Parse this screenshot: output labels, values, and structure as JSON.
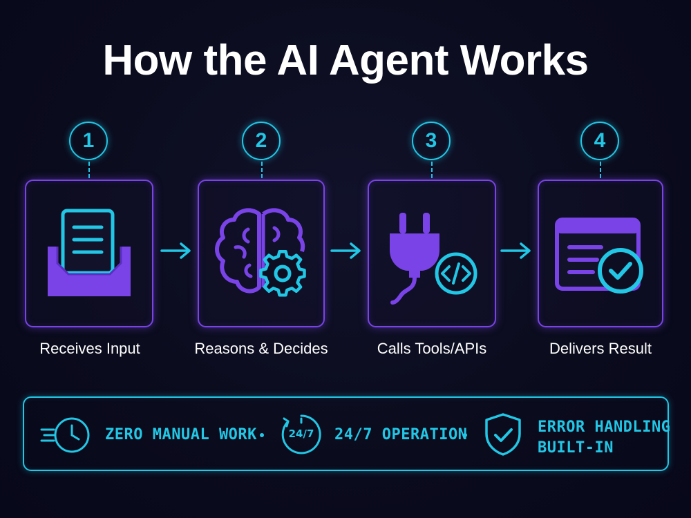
{
  "title": "How the AI Agent Works",
  "colors": {
    "accent_cyan": "#22c7e6",
    "accent_purple": "#7a43e8",
    "background": "#0a0b1c"
  },
  "steps": [
    {
      "number": "1",
      "label": "Receives Input",
      "icon": "inbox-tray-icon"
    },
    {
      "number": "2",
      "label": "Reasons & Decides",
      "icon": "brain-gear-icon"
    },
    {
      "number": "3",
      "label": "Calls Tools/APIs",
      "icon": "plug-code-icon"
    },
    {
      "number": "4",
      "label": "Delivers Result",
      "icon": "window-check-icon"
    }
  ],
  "features": [
    {
      "label": "ZERO MANUAL WORK",
      "icon": "fast-clock-icon"
    },
    {
      "label": "24/7 OPERATION",
      "icon": "clock-24-7-icon",
      "icon_text": "24/7"
    },
    {
      "label_line1": "ERROR HANDLING",
      "label_line2": "BUILT-IN",
      "icon": "shield-check-icon"
    }
  ]
}
